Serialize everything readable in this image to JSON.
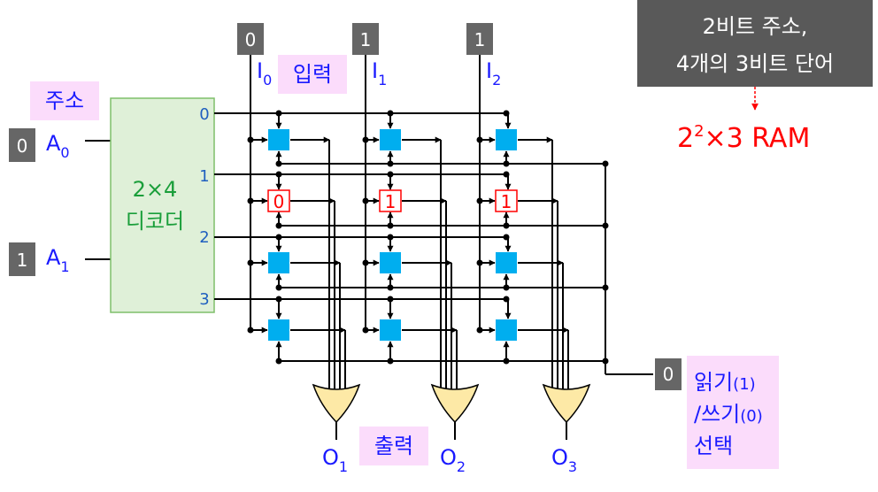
{
  "colors": {
    "blue": "#1a1aff",
    "dark_blue": "#1f5fbf",
    "green": "#1a9e3a",
    "red": "#ff0000",
    "cell": "#00aeef",
    "pink": "#fbdcfb",
    "decoder_fill": "#dff0d8",
    "decoder_stroke": "#7fbf6a",
    "or_fill": "#fde9a6",
    "gray_box": "#666666",
    "callout_bg": "#595959"
  },
  "callout": {
    "line1": "2비트 주소,",
    "line2": "4개의 3비트 단어"
  },
  "ram_label": {
    "base": "2",
    "exp": "2",
    "rest": "×3 RAM"
  },
  "address_label": "주소",
  "input_label": "입력",
  "output_label": "출력",
  "rw_label": {
    "line1_main": "읽기",
    "line1_paren": "(1)",
    "line2_main": "/쓰기",
    "line2_paren": "(0)",
    "line3": "선택"
  },
  "decoder": {
    "line1": "2×4",
    "line2": "디코더",
    "outputs": [
      "0",
      "1",
      "2",
      "3"
    ]
  },
  "address_inputs": [
    {
      "value": "0",
      "letter": "A",
      "sub": "0"
    },
    {
      "value": "1",
      "letter": "A",
      "sub": "1"
    }
  ],
  "data_inputs": [
    {
      "value": "0",
      "letter": "I",
      "sub": "0"
    },
    {
      "value": "1",
      "letter": "I",
      "sub": "1"
    },
    {
      "value": "1",
      "letter": "I",
      "sub": "2"
    }
  ],
  "outputs": [
    {
      "letter": "O",
      "sub": "1"
    },
    {
      "letter": "O",
      "sub": "2"
    },
    {
      "letter": "O",
      "sub": "3"
    }
  ],
  "stored_bits": [
    "0",
    "1",
    "1"
  ],
  "rw_value": "0"
}
